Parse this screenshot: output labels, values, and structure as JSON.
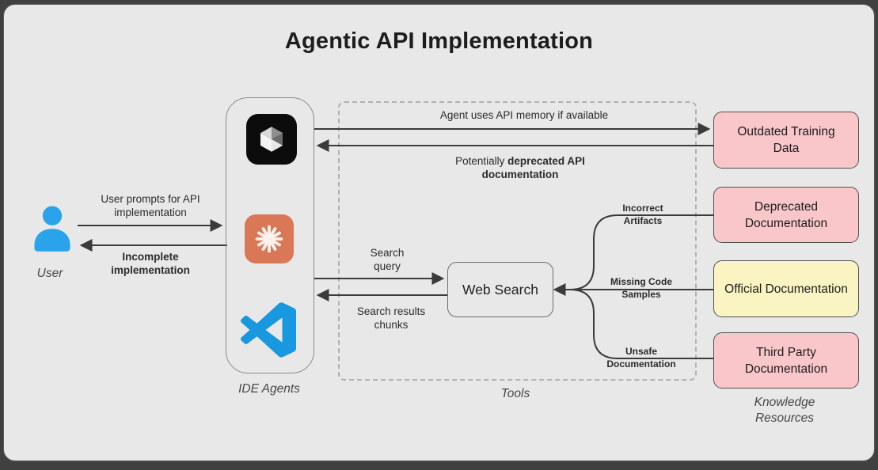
{
  "title": "Agentic API Implementation",
  "user": {
    "label": "User"
  },
  "ide_agents": {
    "label": "IDE Agents",
    "icons": [
      {
        "name": "cursor-icon"
      },
      {
        "name": "claude-icon"
      },
      {
        "name": "vscode-icon"
      }
    ]
  },
  "tools": {
    "label": "Tools",
    "web_search_label": "Web Search"
  },
  "knowledge": {
    "label": "Knowledge Resources",
    "boxes": [
      {
        "label": "Outdated Training Data",
        "color": "#f9c6c9"
      },
      {
        "label": "Deprecated Documentation",
        "color": "#f9c6c9"
      },
      {
        "label": "Official Documentation",
        "color": "#faf4c3"
      },
      {
        "label": "Third Party Documentation",
        "color": "#f9c6c9"
      }
    ]
  },
  "edges": {
    "user_to_ide": "User prompts for API implementation",
    "ide_to_user": "Incomplete implementation",
    "ide_to_outdated": "Agent uses API memory if available",
    "outdated_to_ide_prefix": "Potentially ",
    "outdated_to_ide_bold": "deprecated API documentation",
    "ide_to_websearch": "Search query",
    "websearch_to_ide": "Search results chunks",
    "deprecated_branch": "Incorrect Artifacts",
    "official_branch": "Missing Code Samples",
    "thirdparty_branch": "Unsafe Documentation"
  },
  "colors": {
    "frame_bg": "#e9e8e8",
    "arrow": "#3b3b3b",
    "pink": "#f9c6c9",
    "yellow": "#faf4c3",
    "claude_orange": "#d97757",
    "vscode_blue": "#1898df",
    "user_blue": "#2aa3ea"
  }
}
